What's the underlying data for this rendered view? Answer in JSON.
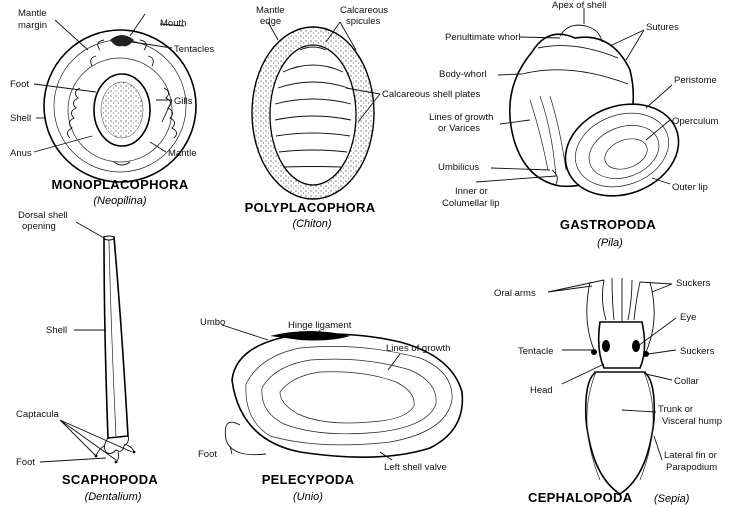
{
  "panels": {
    "monoplacophora": {
      "title": "MONOPLACOPHORA",
      "genus": "(Neopilina)",
      "labels": {
        "mantle_margin_1": "Mantle",
        "mantle_margin_2": "margin",
        "mouth": "Mouth",
        "tentacles": "Tentacles",
        "foot": "Foot",
        "gills": "Gills",
        "shell": "Shell",
        "anus": "Anus",
        "mantle": "Mantle"
      }
    },
    "polyplacophora": {
      "title": "POLYPLACOPHORA",
      "genus": "(Chiton)",
      "labels": {
        "mantle_edge_1": "Mantle",
        "mantle_edge_2": "edge",
        "spicules_1": "Calcareous",
        "spicules_2": "spicules",
        "shell_plates": "Calcareous shell plates"
      }
    },
    "gastropoda": {
      "title": "GASTROPODA",
      "genus": "(Pila)",
      "labels": {
        "apex": "Apex of shell",
        "penultimate": "Penultimate whorl",
        "sutures": "Sutures",
        "body_whorl": "Body-whorl",
        "peristome": "Peristome",
        "growth_1": "Lines of growth",
        "growth_2": "or Varices",
        "operculum": "Operculum",
        "umbilicus": "Umbilicus",
        "inner_lip_1": "Inner or",
        "inner_lip_2": "Columellar lip",
        "outer_lip": "Outer lip"
      }
    },
    "scaphopoda": {
      "title": "SCAPHOPODA",
      "genus": "(Dentalium)",
      "labels": {
        "dorsal_1": "Dorsal shell",
        "dorsal_2": "opening",
        "shell": "Shell",
        "captacula": "Captacula",
        "foot": "Foot"
      }
    },
    "pelecypoda": {
      "title": "PELECYPODA",
      "genus": "(Unio)",
      "labels": {
        "umbo": "Umbo",
        "hinge": "Hinge ligament",
        "growth": "Lines of growth",
        "foot": "Foot",
        "left_valve": "Left shell valve"
      }
    },
    "cephalopoda": {
      "title": "CEPHALOPODA",
      "genus": "(Sepia)",
      "labels": {
        "oral_arms": "Oral arms",
        "suckers_top": "Suckers",
        "eye": "Eye",
        "tentacle": "Tentacle",
        "suckers_mid": "Suckers",
        "head": "Head",
        "collar": "Collar",
        "trunk_1": "Trunk or",
        "trunk_2": "Visceral hump",
        "fin_1": "Lateral fin or",
        "fin_2": "Parapodium"
      }
    }
  }
}
